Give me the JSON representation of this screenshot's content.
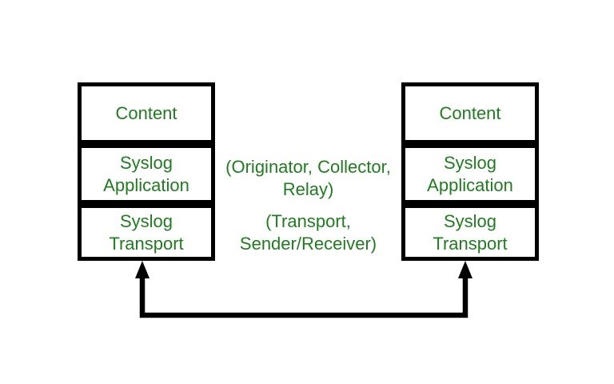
{
  "colors": {
    "background": "#ffffff",
    "text_green": "#1f7d1f",
    "line_black": "#000000"
  },
  "stacks": {
    "left": {
      "layers": [
        {
          "label": "Content"
        },
        {
          "label": "Syslog Application"
        },
        {
          "label": "Syslog Transport"
        }
      ]
    },
    "right": {
      "layers": [
        {
          "label": "Content"
        },
        {
          "label": "Syslog Application"
        },
        {
          "label": "Syslog Transport"
        }
      ]
    }
  },
  "annotations": {
    "roles": "(Originator, Collector, Relay)",
    "transport": "(Transport, Sender/Receiver)"
  }
}
